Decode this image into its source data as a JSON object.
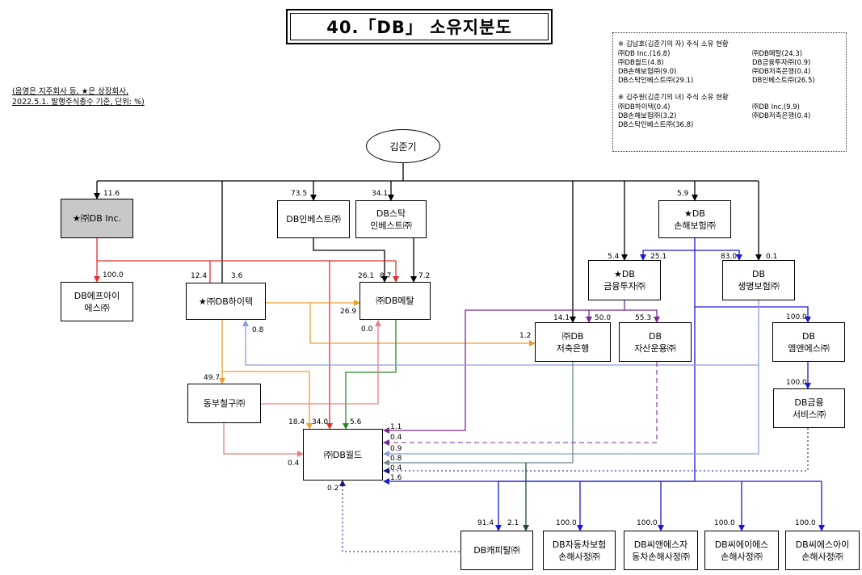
{
  "title": "40.「DB」 소유지분도",
  "note": [
    "(음영은 지주회사 등, ★은 상장회사,",
    "2022.5.1. 발행주식총수 기준, 단위: %)"
  ],
  "legend": {
    "section1_header": "※ 김남호(김준기의 자) 주식 소유 현황",
    "section1_items": [
      "㈜DB Inc.(16.8)",
      "㈜DB메탈(24.3)",
      "㈜DB월드(4.8)",
      "DB금융투자㈜(0.9)",
      "DB손해보험㈜(9.0)",
      "㈜DB저축은행(0.4)",
      "DB스탁인베스트㈜(29.1)",
      "DB인베스트㈜(26.5)"
    ],
    "section2_header": "※ 김주원(김준기의 녀) 주식 소유 현황",
    "section2_items": [
      "㈜DB하이텍(0.4)",
      "㈜DB Inc.(9.9)",
      "DB손해보험㈜(3.2)",
      "㈜DB저축은행(0.4)",
      "DB스탁인베스트㈜(36.8)"
    ]
  },
  "person": "김준기",
  "companies": {
    "dbinc": [
      "★㈜DB Inc."
    ],
    "dbinvest": [
      "DB인베스트㈜"
    ],
    "dbstock": [
      "DB스탁",
      "인베스트㈜"
    ],
    "dbins": [
      "★DB",
      "손해보험㈜"
    ],
    "dbfi": [
      "★DB",
      "금융투자㈜"
    ],
    "dblife": [
      "DB",
      "생명보험㈜"
    ],
    "dbfais": [
      "DB에프아이",
      "에스㈜"
    ],
    "dbhitek": [
      "★㈜DB하이텍"
    ],
    "dbmetal": [
      "㈜DB메탈"
    ],
    "dbsave": [
      "㈜DB",
      "저축은행"
    ],
    "dbasset": [
      "DB",
      "자산운용㈜"
    ],
    "dbmns": [
      "DB",
      "엠앤에스㈜"
    ],
    "dongbu": [
      "동부철구㈜"
    ],
    "dbworld": [
      "㈜DB월드"
    ],
    "dbfinsvc": [
      "DB금융",
      "서비스㈜"
    ],
    "dbcap": [
      "DB캐피탈㈜"
    ],
    "dbauto": [
      "DB자동차보험",
      "손해사정㈜"
    ],
    "dbcns_auto": [
      "DB씨앤에스자",
      "동차손해사정㈜"
    ],
    "dbca": [
      "DB씨에이에스",
      "손해사정㈜"
    ],
    "dbcsi": [
      "DB씨에스아이",
      "손해사정㈜"
    ]
  },
  "stakes": {
    "inc": "11.6",
    "invest": "73.5",
    "stock": "34.1",
    "ins": "5.9",
    "fais": "100.0",
    "hitek_inc": "12.4",
    "hitek_p": "3.6",
    "metal_stock": "26.1",
    "metal_invest": "8.7",
    "metal_p": "7.2",
    "metal_hitek": "26.9",
    "fi_p": "5.4",
    "fi_ins": "25.1",
    "life_ins": "83.0",
    "life_p": "0.1",
    "save_p": "14.1",
    "save_fi": "50.0",
    "asset_fi": "55.3",
    "save_hitek": "1.2",
    "hitek_08": "0.8",
    "metal_00": "0.0",
    "mns": "100.0",
    "finsvc": "100.0",
    "dongbu": "49.7",
    "world_a": "18.4",
    "world_b": "34.0",
    "world_c": "5.6",
    "w1": "1.1",
    "w2": "0.4",
    "w3": "0.9",
    "w4": "0.8",
    "w5": "0.4",
    "w6": "1.6",
    "world_left": "0.4",
    "world_bottom": "0.2",
    "cap_a": "91.4",
    "cap_b": "2.1",
    "auto": "100.0",
    "cns": "100.0",
    "ca": "100.0",
    "csi": "100.0"
  },
  "colors": {
    "black": "#000000",
    "red": "#e03030",
    "orange": "#e8a030",
    "green": "#2a8a2a",
    "purple": "#7a2a90",
    "blue": "#1a1ad0",
    "lightblue": "#8aa0d8",
    "salmon": "#e88080",
    "slate": "#708890",
    "navy": "#1a1a80",
    "darkgreen": "#1f4a3a"
  }
}
